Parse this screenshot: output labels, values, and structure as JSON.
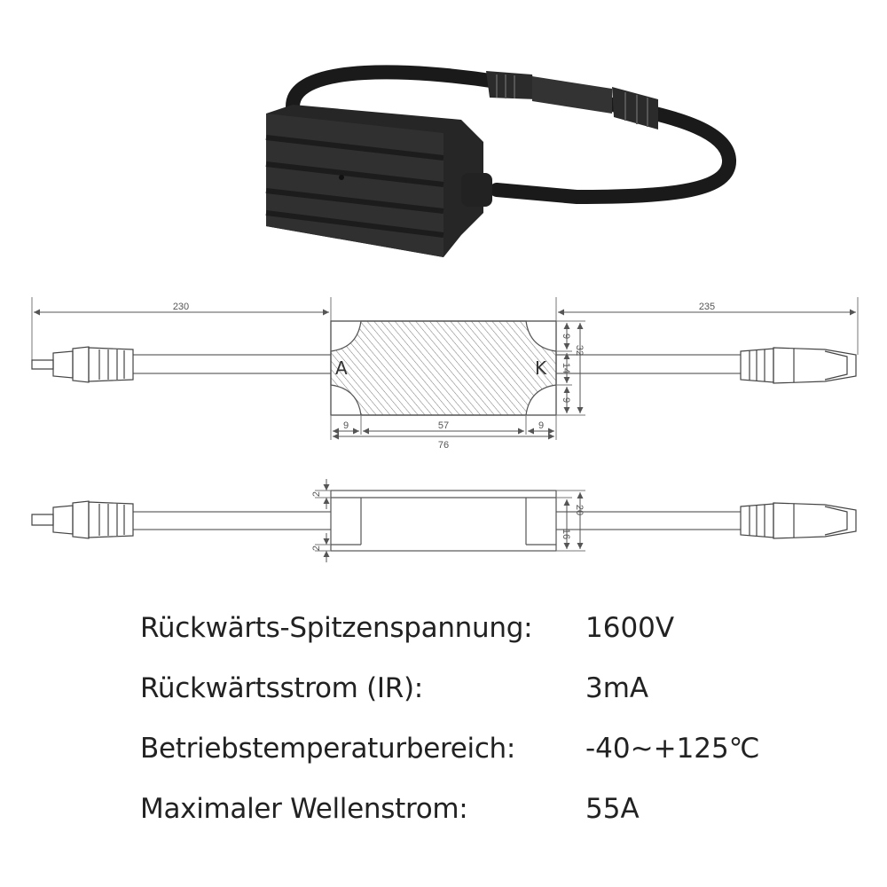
{
  "drawing": {
    "top_view": {
      "dim_left_cable": "230",
      "dim_right_cable": "235",
      "dim_inner_length": "57",
      "dim_total_length": "76",
      "dim_left_margin": "9",
      "dim_right_margin": "9",
      "dim_height_total": "32",
      "dim_top_margin": "9",
      "dim_middle": "14",
      "dim_bottom_margin": "9",
      "label_anode": "A",
      "label_cathode": "K"
    },
    "side_view": {
      "dim_top_gap": "2",
      "dim_bottom_gap": "2",
      "dim_height": "20",
      "dim_inner_height": "16"
    }
  },
  "specs": [
    {
      "label": "Rückwärts-Spitzenspannung:",
      "value": "1600V"
    },
    {
      "label": "Rückwärtsstrom (IR):",
      "value": "3mA"
    },
    {
      "label": "Betriebstemperaturbereich:",
      "value": "-40~+125℃"
    },
    {
      "label": "Maximaler Wellenstrom:",
      "value": "55A"
    }
  ],
  "colors": {
    "housing": "#2a2a2a",
    "cable": "#1a1a1a",
    "line": "#555555"
  }
}
